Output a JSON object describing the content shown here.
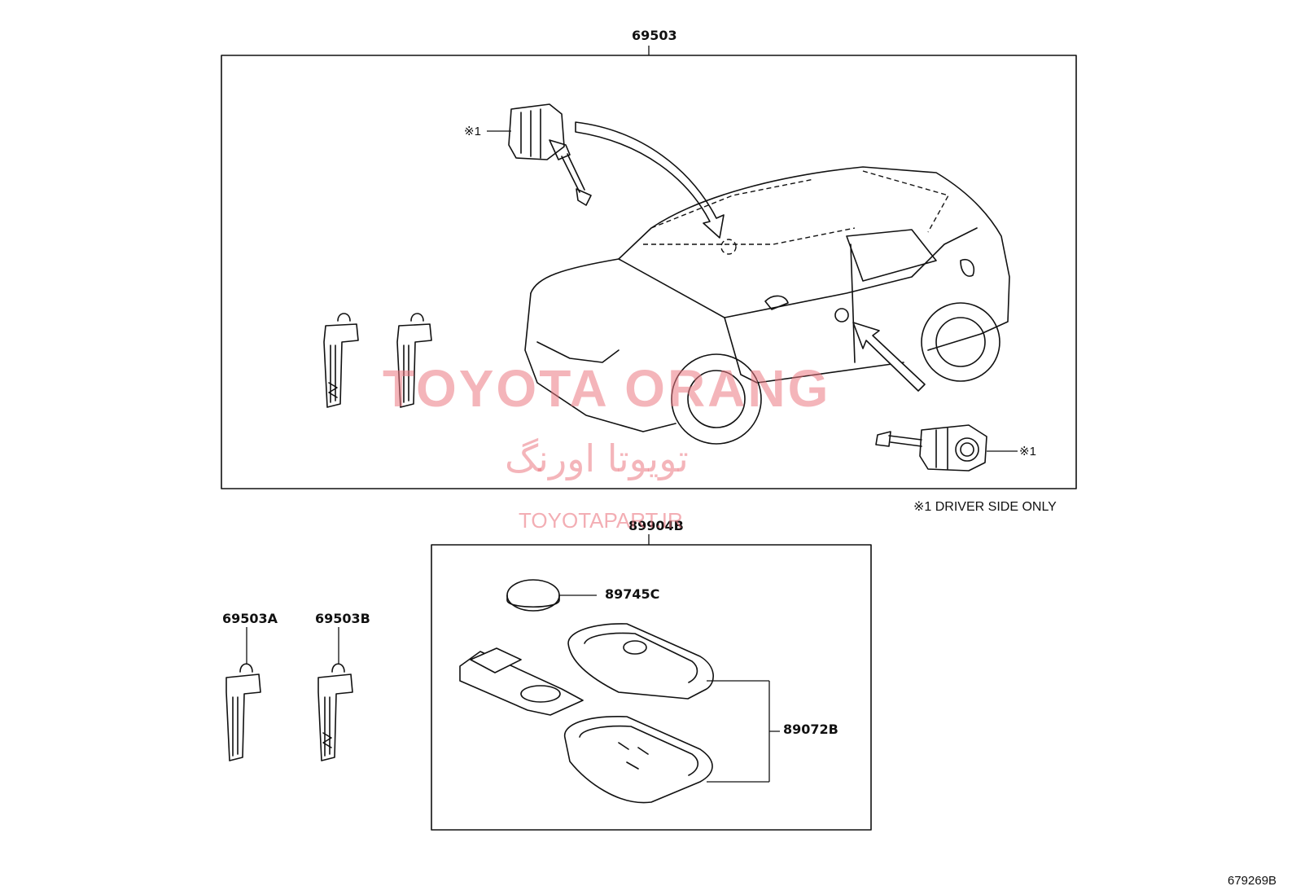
{
  "labels": {
    "main_assembly": "69503",
    "key_a": "69503A",
    "key_b": "69503B",
    "remote_assembly": "89904B",
    "battery": "89745C",
    "remote_case": "89072B",
    "callout_mark_top": "※1",
    "callout_mark_bottom": "※1",
    "footnote": "※1 DRIVER SIDE ONLY",
    "diagram_code": "679269B"
  },
  "watermark": {
    "brand": "TOYOTA ORANG",
    "persian": "تویوتا اورنگ",
    "url": "TOYOTAPART.IR",
    "color": "#eb7882"
  }
}
